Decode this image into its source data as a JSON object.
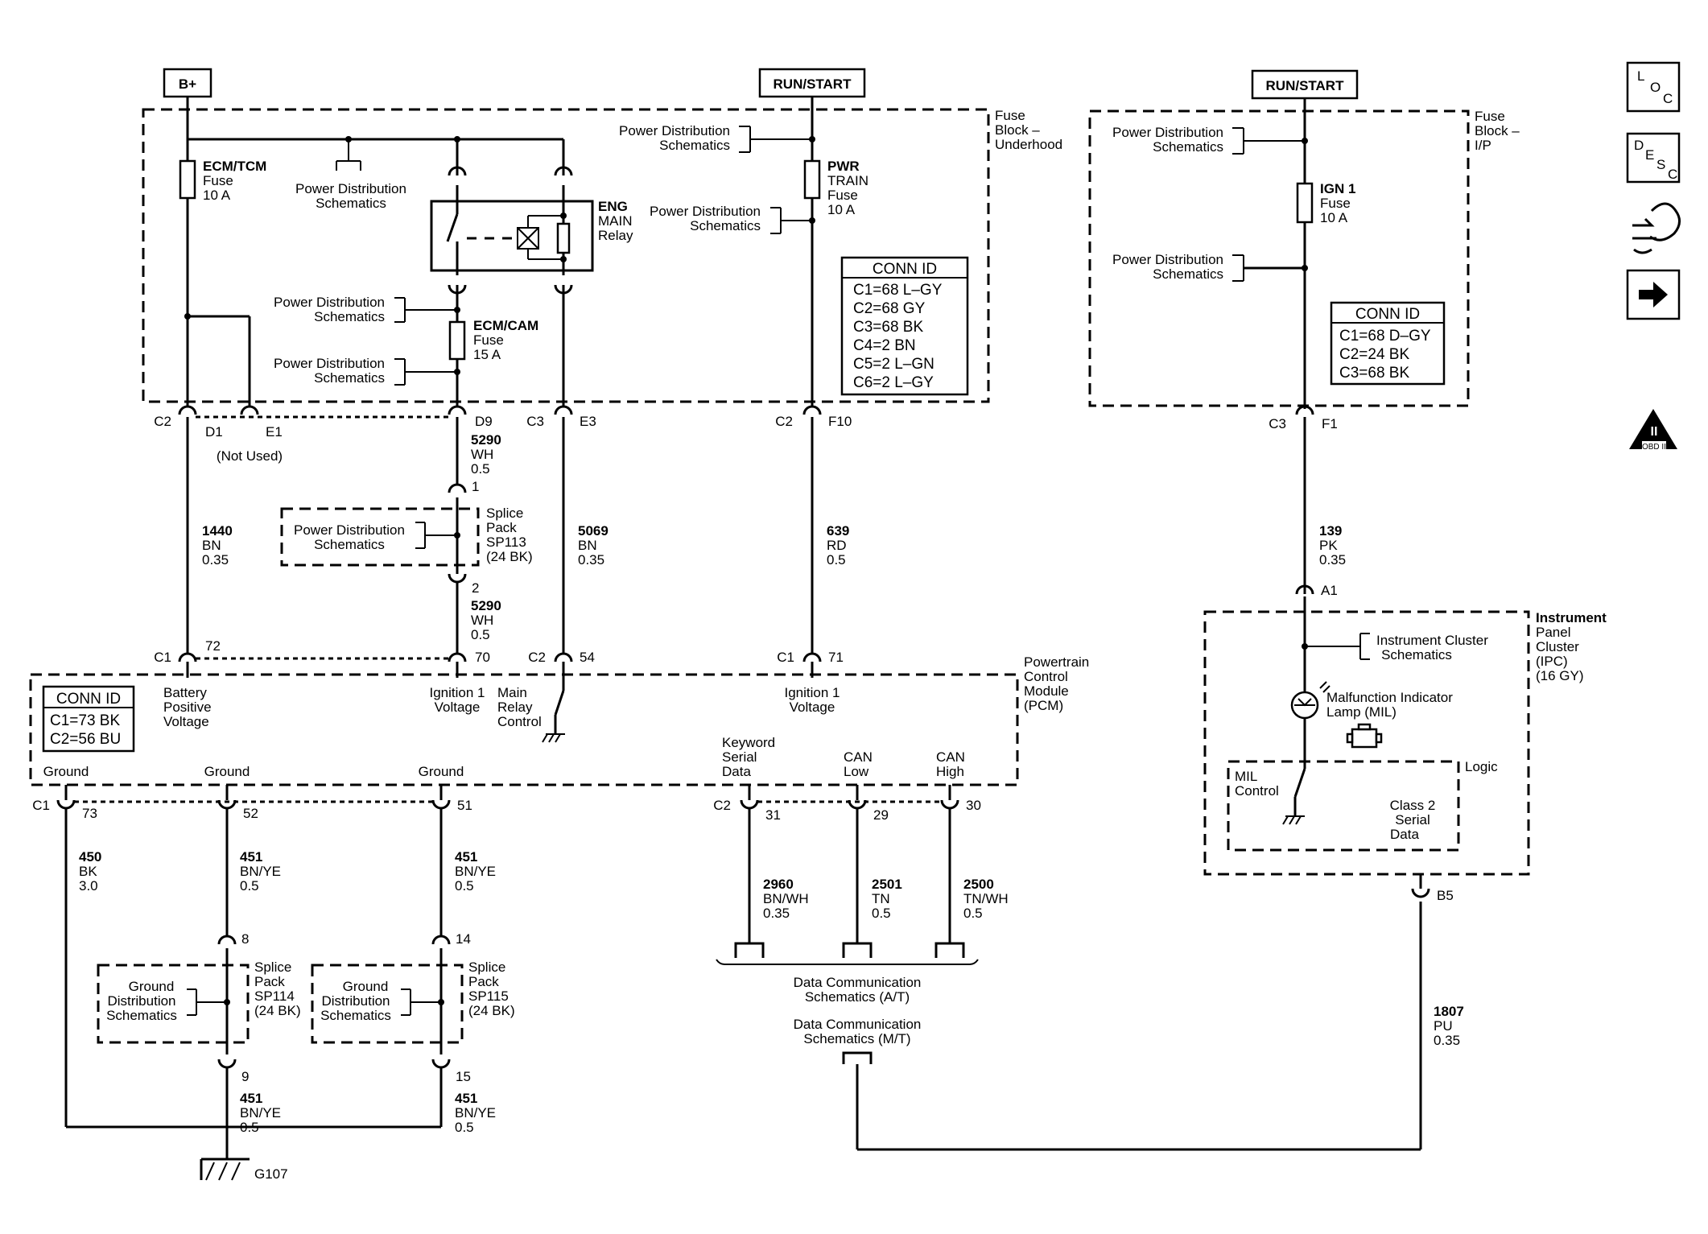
{
  "power": {
    "bplus": "B+",
    "runstart_1": "RUN/START",
    "runstart_2": "RUN/START"
  },
  "underhood_block": {
    "title": [
      "Fuse",
      "Block –",
      "Underhood"
    ],
    "ecm_tcm_fuse": [
      "ECM/TCM",
      "Fuse",
      "10 A"
    ],
    "pwr_train_fuse": [
      "PWR",
      "TRAIN",
      "Fuse",
      "10 A"
    ],
    "ecm_cam_fuse": [
      "ECM/CAM",
      "Fuse",
      "15 A"
    ],
    "eng_main_relay": [
      "ENG",
      "MAIN",
      "Relay"
    ],
    "pds_label": [
      "Power Distribution",
      "Schematics"
    ],
    "conn_id": {
      "title": "CONN ID",
      "rows": [
        "C1=68 L–GY",
        "C2=68 GY",
        "C3=68 BK",
        "C4=2 BN",
        "C5=2 L–GN",
        "C6=2 L–GY"
      ]
    }
  },
  "ip_block": {
    "title": [
      "Fuse",
      "Block –",
      "I/P"
    ],
    "ign1_fuse": [
      "IGN 1",
      "Fuse",
      "10 A"
    ],
    "conn_id": {
      "title": "CONN ID",
      "rows": [
        "C1=68 D–GY",
        "C2=24 BK",
        "C3=68 BK"
      ]
    }
  },
  "connectors_top": {
    "c2_d1": [
      "C2",
      "D1"
    ],
    "e1": "E1",
    "not_used": "(Not Used)",
    "d9": "D9",
    "c3_e3": [
      "C3",
      "E3"
    ],
    "c2_f10": [
      "C2",
      "F10"
    ],
    "c3_f1": [
      "C3",
      "F1"
    ]
  },
  "wires_mid": {
    "w1440": [
      "1440",
      "BN",
      "0.35"
    ],
    "w5290a": [
      "5290",
      "WH",
      "0.5"
    ],
    "w5290b": [
      "5290",
      "WH",
      "0.5"
    ],
    "w5069": [
      "5069",
      "BN",
      "0.35"
    ],
    "w639": [
      "639",
      "RD",
      "0.5"
    ],
    "w139": [
      "139",
      "PK",
      "0.35"
    ],
    "sp113_pin1": "1",
    "sp113_pin2": "2",
    "sp113": [
      "Splice",
      "Pack",
      "SP113",
      "(24 BK)"
    ]
  },
  "pcm": {
    "title": [
      "Powertrain",
      "Control",
      "Module",
      "(PCM)"
    ],
    "conn_id": {
      "title": "CONN ID",
      "rows": [
        "C1=73 BK",
        "C2=56 BU"
      ]
    },
    "pins_top": {
      "c1": "C1",
      "p72": "72",
      "p70": "70",
      "c2": "C2",
      "p54": "54",
      "c1b": "C1",
      "p71": "71"
    },
    "labels": {
      "battery": [
        "Battery",
        "Positive",
        "Voltage"
      ],
      "ign1a": [
        "Ignition 1",
        "Voltage"
      ],
      "main_relay": [
        "Main",
        "Relay",
        "Control"
      ],
      "ign1b": [
        "Ignition 1",
        "Voltage"
      ],
      "ground1": "Ground",
      "ground2": "Ground",
      "ground3": "Ground",
      "keyword": [
        "Keyword",
        "Serial",
        "Data"
      ],
      "can_low": [
        "CAN",
        "Low"
      ],
      "can_high": [
        "CAN",
        "High"
      ]
    },
    "pins_bottom": {
      "c1": "C1",
      "p73": "73",
      "p52": "52",
      "p51": "51",
      "c2": "C2",
      "p31": "31",
      "p29": "29",
      "p30": "30"
    }
  },
  "wires_low": {
    "w450": [
      "450",
      "BK",
      "3.0"
    ],
    "w451a": [
      "451",
      "BN/YE",
      "0.5"
    ],
    "w451b": [
      "451",
      "BN/YE",
      "0.5"
    ],
    "w451c": [
      "451",
      "BN/YE",
      "0.5"
    ],
    "w451d": [
      "451",
      "BN/YE",
      "0.5"
    ],
    "w2960": [
      "2960",
      "BN/WH",
      "0.35"
    ],
    "w2501": [
      "2501",
      "TN",
      "0.5"
    ],
    "w2500": [
      "2500",
      "TN/WH",
      "0.5"
    ],
    "w1807": [
      "1807",
      "PU",
      "0.35"
    ],
    "sp114": [
      "Splice",
      "Pack",
      "SP114",
      "(24 BK)"
    ],
    "sp115": [
      "Splice",
      "Pack",
      "SP115",
      "(24 BK)"
    ],
    "gds": [
      "Ground",
      "Distribution",
      "Schematics"
    ],
    "pin8": "8",
    "pin9": "9",
    "pin14": "14",
    "pin15": "15",
    "g107": "G107",
    "dcs_at": [
      "Data Communication",
      "Schematics (A/T)"
    ],
    "dcs_mt": [
      "Data Communication",
      "Schematics (M/T)"
    ]
  },
  "ipc": {
    "a1": "A1",
    "b5": "B5",
    "title": [
      "Instrument",
      "Panel",
      "Cluster",
      "(IPC)",
      "(16 GY)"
    ],
    "ics": [
      "Instrument Cluster",
      "Schematics"
    ],
    "mil": [
      "Malfunction Indicator",
      "Lamp (MIL)"
    ],
    "logic": "Logic",
    "mil_control": [
      "MIL",
      "Control"
    ],
    "class2": [
      "Class 2",
      "Serial",
      "Data"
    ]
  },
  "side_icons": {
    "loc": [
      "L",
      "O",
      "C"
    ],
    "desc": [
      "D",
      "E",
      "S",
      "C"
    ],
    "obd": [
      "II",
      "OBD II"
    ]
  }
}
